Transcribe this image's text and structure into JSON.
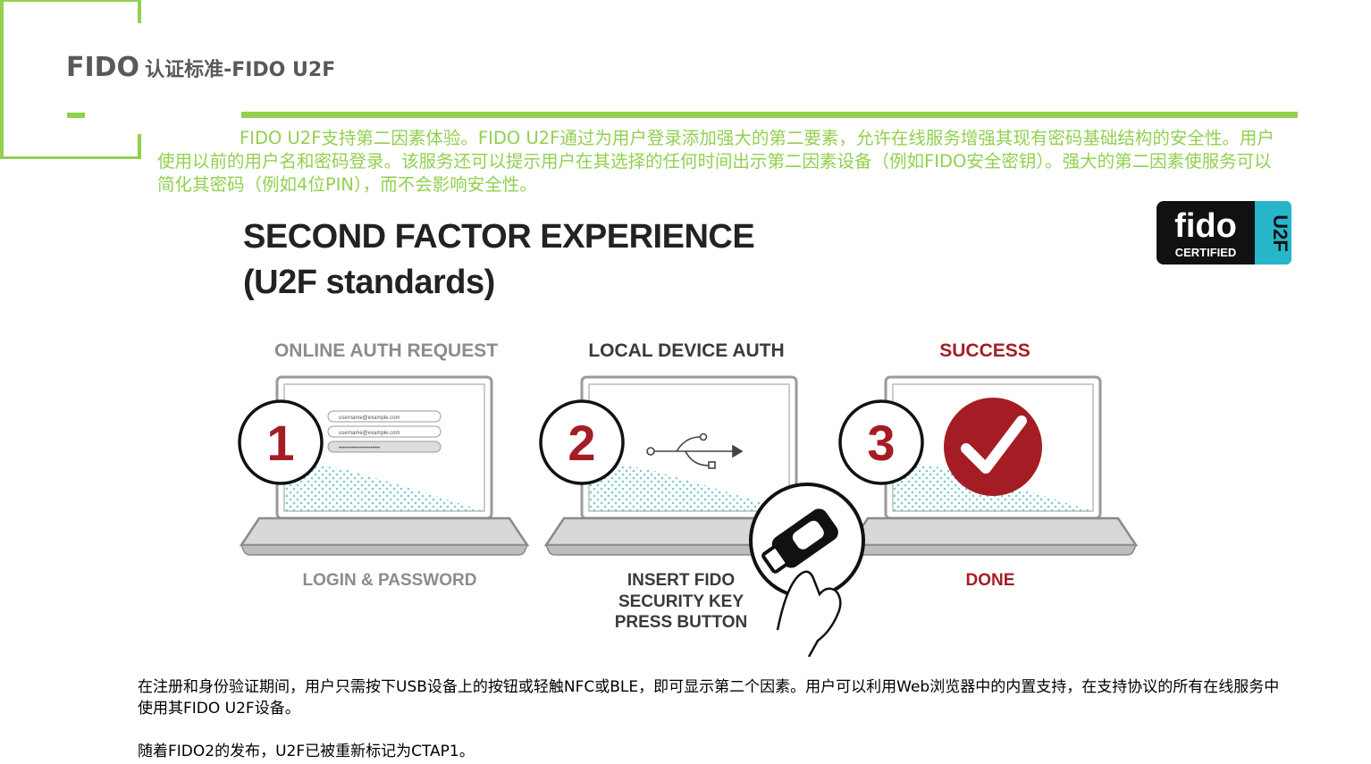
{
  "header": {
    "title_main": "FIDO",
    "title_sub": "认证标准-FIDO U2F"
  },
  "intro": "FIDO U2F支持第二因素体验。FIDO U2F通过为用户登录添加强大的第二要素，允许在线服务增强其现有密码基础结构的安全性。用户使用以前的用户名和密码登录。该服务还可以提示用户在其选择的任何时间出示第二因素设备（例如FIDO安全密钥）。强大的第二因素使服务可以简化其密码（例如4位PIN），而不会影响安全性。",
  "figure": {
    "heading_line1": "SECOND FACTOR EXPERIENCE",
    "heading_line2": "(U2F standards)",
    "badge": {
      "brand": "fido",
      "certified": "CERTIFIED",
      "tag": "U2F"
    },
    "steps": [
      {
        "number": "1",
        "top_label": "ONLINE AUTH REQUEST",
        "bottom_lines": [
          "LOGIN & PASSWORD"
        ]
      },
      {
        "number": "2",
        "top_label": "LOCAL DEVICE AUTH",
        "bottom_lines": [
          "INSERT FIDO",
          "SECURITY KEY",
          "PRESS BUTTON"
        ]
      },
      {
        "number": "3",
        "top_label": "SUCCESS",
        "bottom_lines": [
          "DONE"
        ]
      }
    ],
    "login_fields": [
      "username@example.com",
      "username@example.com",
      "••••••••••••••••••••••"
    ]
  },
  "footer": {
    "para1": "在注册和身份验证期间，用户只需按下USB设备上的按钮或轻触NFC或BLE，即可显示第二个因素。用户可以利用Web浏览器中的内置支持，在支持协议的所有在线服务中使用其FIDO U2F设备。",
    "para2": "随着FIDO2的发布，U2F已被重新标记为CTAP1。"
  },
  "colors": {
    "accent_green": "#92d050",
    "title_gray": "#595959",
    "step_red": "#a51d24",
    "step_gray_label": "#8c8c8c",
    "dark_label": "#3a3a3a",
    "badge_cyan": "#27b5c9"
  }
}
